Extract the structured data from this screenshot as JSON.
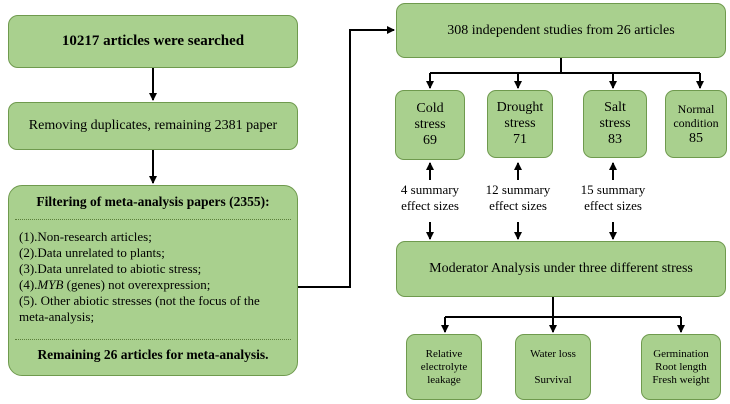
{
  "search_box": "10217 articles were searched",
  "dedup_box": "Removing duplicates, remaining 2381 paper",
  "filter": {
    "title": "Filtering of meta-analysis papers (2355):",
    "items": [
      "(1).Non-research articles;",
      "(2).Data unrelated to plants;",
      "(3).Data unrelated to abiotic stress;",
      "(4).",
      "(5). Other abiotic stresses (not the focus of the",
      "meta-analysis;"
    ],
    "item4_italic": "MYB",
    "item4_rest": " (genes) not overexpression;",
    "footer": "Remaining 26 articles for meta-analysis."
  },
  "studies_box": "308 independent studies from 26 articles",
  "conditions": [
    {
      "line1": "Cold",
      "line2": "stress",
      "count": "69"
    },
    {
      "line1": "Drought",
      "line2": "stress",
      "count": "71"
    },
    {
      "line1": "Salt",
      "line2": "stress",
      "count": "83"
    },
    {
      "line1": "Normal",
      "line2": "condition",
      "count": "85"
    }
  ],
  "summaries": [
    {
      "line1": "4 summary",
      "line2": "effect sizes"
    },
    {
      "line1": "12 summary",
      "line2": "effect sizes"
    },
    {
      "line1": "15 summary",
      "line2": "effect sizes"
    }
  ],
  "moderator_box": "Moderator Analysis under three different stress",
  "outcomes": [
    {
      "lines": [
        "Relative",
        "electrolyte",
        "leakage"
      ]
    },
    {
      "lines": [
        "Water loss",
        "",
        "Survival"
      ]
    },
    {
      "lines": [
        "Germination",
        "Root length",
        "Fresh weight"
      ]
    }
  ],
  "colors": {
    "box_fill": "#a9d08e",
    "box_border": "#6f9a4e",
    "line": "#000000"
  }
}
